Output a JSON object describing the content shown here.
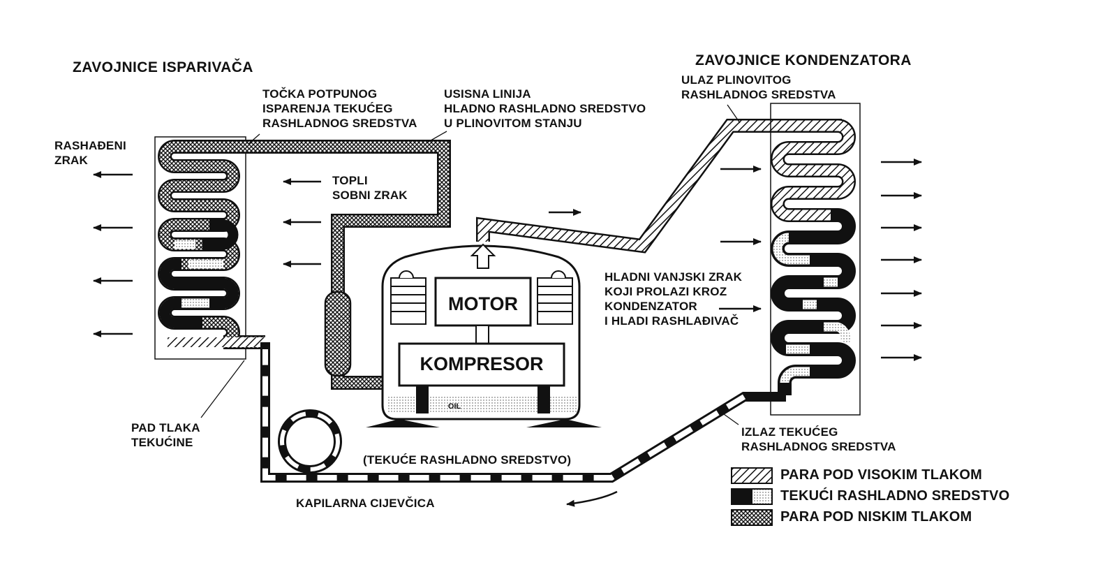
{
  "labels": {
    "evaporator_title": "ZAVOJNICE ISPARIVAČA",
    "condenser_title": "ZAVOJNICE KONDENZATORA",
    "full_evap_point": [
      "TOČKA POTPUNOG",
      "ISPARENJA TEKUĆEG",
      "RASHLADNOG SREDSTVA"
    ],
    "suction_line": [
      "USISNA LINIJA",
      "HLADNO RASHLADNO SREDSTVO",
      "U PLINOVITOM STANJU"
    ],
    "gas_inlet": [
      "ULAZ PLINOVITOG",
      "RASHLADNOG SREDSTVA"
    ],
    "cooled_air": [
      "RASHAĐENI",
      "ZRAK"
    ],
    "warm_room_air": [
      "TOPLI",
      "SOBNI ZRAK"
    ],
    "cold_outside_air": [
      "HLADNI VANJSKI ZRAK",
      "KOJI PROLAZI KROZ",
      "KONDENZATOR",
      "I HLADI RASHLAĐIVAČ"
    ],
    "motor": "MOTOR",
    "compressor": "KOMPRESOR",
    "oil": "OIL",
    "pressure_drop": [
      "PAD TLAKA",
      "TEKUĆINE"
    ],
    "liquid_refrigerant": "(TEKUĆE RASHLADNO SREDSTVO)",
    "liquid_outlet": [
      "IZLAZ TEKUĆEG",
      "RASHLADNOG SREDSTVA"
    ],
    "capillary": "KAPILARNA CIJEVČICA"
  },
  "legend": [
    {
      "pattern": "hatch",
      "label": "PARA POD VISOKIM TLAKOM"
    },
    {
      "pattern": "liquid",
      "label": "TEKUĆI RASHLADNO SREDSTVO"
    },
    {
      "pattern": "cross",
      "label": "PARA POD NISKIM TLAKOM"
    }
  ]
}
